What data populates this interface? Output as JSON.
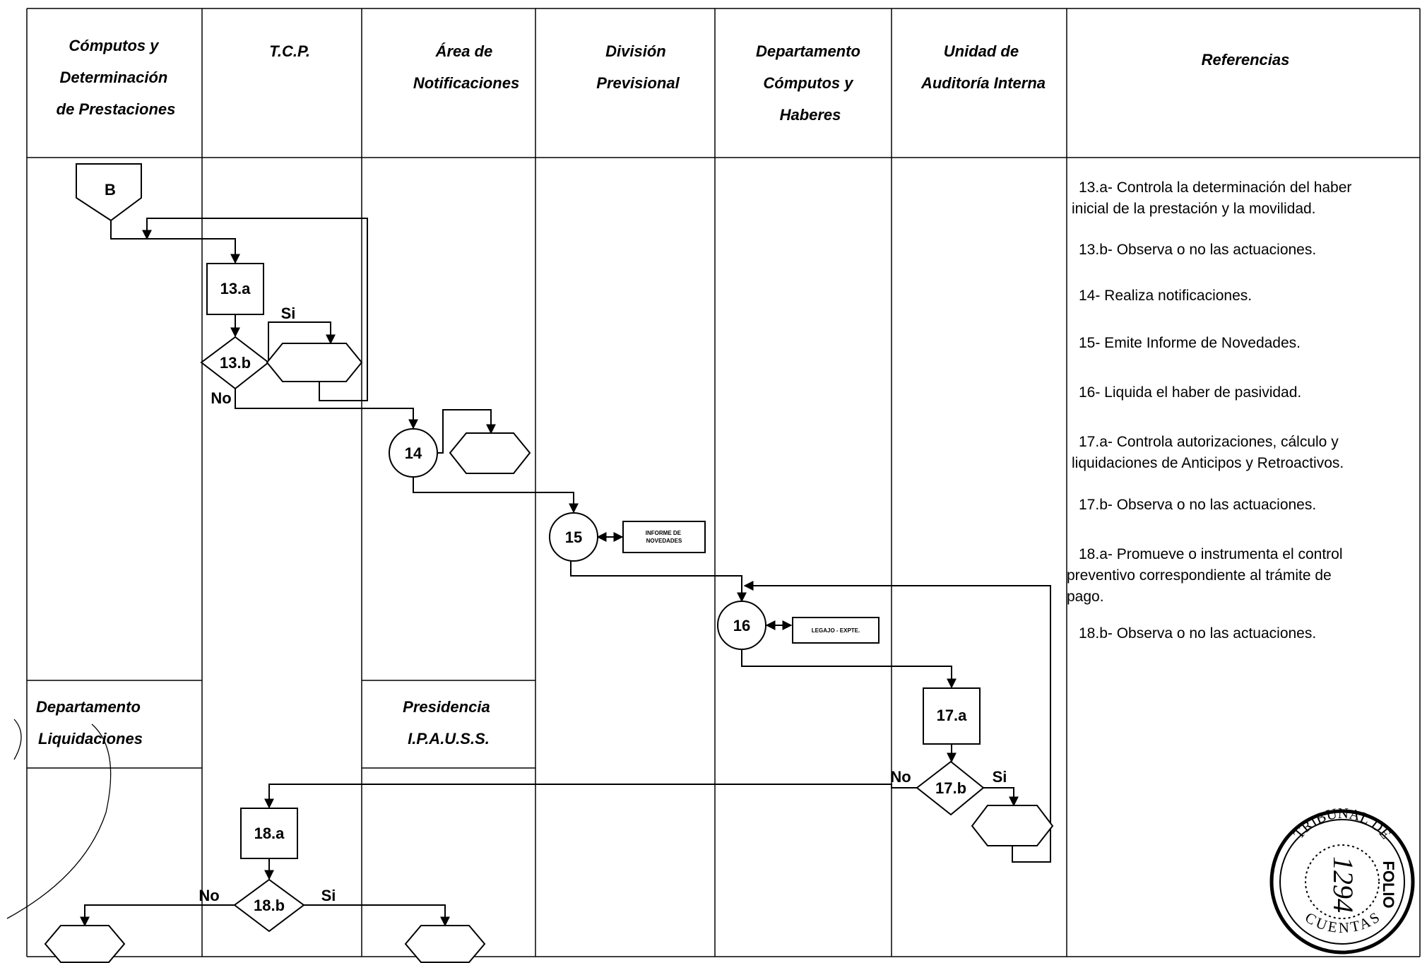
{
  "headers": {
    "col1": [
      "Cómputos y",
      "Determinación",
      "de Prestaciones"
    ],
    "col2": [
      "T.C.P."
    ],
    "col3": [
      "Área de",
      "Notificaciones"
    ],
    "col4": [
      "División",
      "Previsional"
    ],
    "col5": [
      "Departamento",
      "Cómputos y",
      "Haberes"
    ],
    "col6": [
      "Unidad de",
      "Auditoría Interna"
    ],
    "col7": [
      "Referencias"
    ]
  },
  "sub_headers": {
    "liquidaciones": [
      "Departamento",
      "Liquidaciones"
    ],
    "presidencia": [
      "Presidencia",
      "I.P.A.U.S.S."
    ]
  },
  "nodes": {
    "connector_b": "B",
    "n13a": "13.a",
    "n13b": "13.b",
    "n14": "14",
    "n15": "15",
    "n16": "16",
    "n17a": "17.a",
    "n17b": "17.b",
    "n18a": "18.a",
    "n18b": "18.b",
    "doc_informe": [
      "INFORME DE",
      "NOVEDADES"
    ],
    "doc_legajo": "LEGAJO - EXPTE."
  },
  "branch_labels": {
    "si_13b": "Si",
    "no_13b": "No",
    "no_17b": "No",
    "si_17b": "Si",
    "no_18b": "No",
    "si_18b": "Si"
  },
  "references": [
    [
      "13.a-  Controla la determinación del haber",
      "inicial de la prestación y la movilidad."
    ],
    [
      "13.b-  Observa o no las actuaciones."
    ],
    [
      "14-  Realiza notificaciones."
    ],
    [
      "15-  Emite Informe de Novedades."
    ],
    [
      "16-  Liquida el haber de pasividad."
    ],
    [
      "17.a-  Controla autorizaciones, cálculo y",
      "liquidaciones de Anticipos y Retroactivos."
    ],
    [
      "17.b-  Observa o no las actuaciones."
    ],
    [
      "18.a-  Promueve o instrumenta el control",
      "preventivo correspondiente al trámite de",
      "pago."
    ],
    [
      "18.b-  Observa o no las actuaciones."
    ]
  ],
  "stamp": {
    "outer_top": "TRIBUNAL DE",
    "outer_bottom": "CUENTAS",
    "inner": "FOLIO",
    "number": "1294"
  }
}
